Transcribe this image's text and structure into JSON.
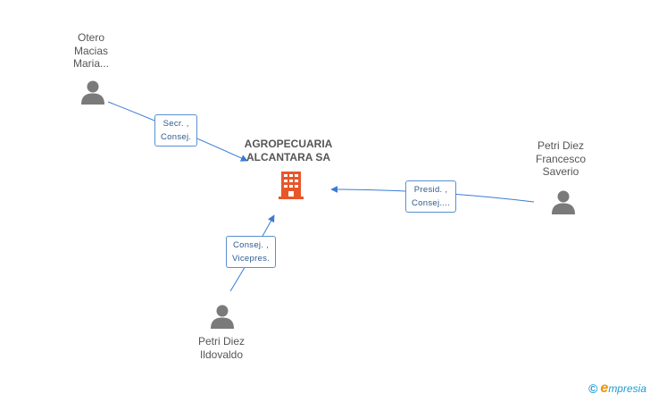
{
  "company": {
    "name": "AGROPECUARIA\nALCANTARA SA",
    "color": "#e8562a"
  },
  "people": [
    {
      "id": "p1",
      "name": "Otero\nMacias\nMaria..."
    },
    {
      "id": "p2",
      "name": "Petri Diez\nFrancesco\nSaverio"
    },
    {
      "id": "p3",
      "name": "Petri Diez\nIldovaldo"
    }
  ],
  "relations": [
    {
      "from": "p1",
      "label": "Secr. ,\nConsej."
    },
    {
      "from": "p2",
      "label": "Presid. ,\nConsej...."
    },
    {
      "from": "p3",
      "label": "Consej. ,\nVicepres."
    }
  ],
  "colors": {
    "edge": "#3a7bd5",
    "person": "#7a7a7a",
    "edge_label_border": "#5b8fd0"
  },
  "footer": {
    "copyright_symbol": "©",
    "brand_initial": "e",
    "brand_rest": "mpresia"
  }
}
